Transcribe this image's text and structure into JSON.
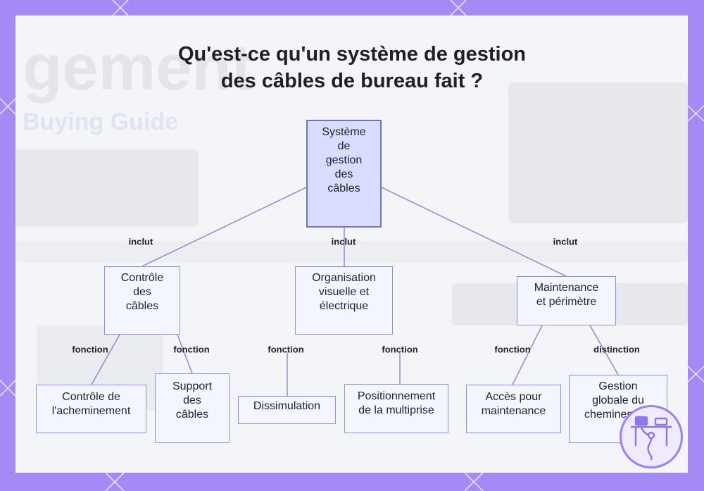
{
  "title_lines": [
    "Qu'est-ce qu'un système de gestion",
    "des câbles de bureau fait ?"
  ],
  "background_words": [
    "gement",
    "Buying Guide"
  ],
  "nodes": {
    "root": "Système\nde\ngestion\ndes\ncâbles",
    "controle": "Contrôle\ndes\ncâbles",
    "organisation": "Organisation\nvisuelle et\nélectrique",
    "maintenance": "Maintenance\net périmètre",
    "acheminement": "Contrôle de\nl'acheminement",
    "support": "Support\ndes\ncâbles",
    "dissimulation": "Dissimulation",
    "multiprise": "Positionnement\nde la multiprise",
    "acces": "Accès pour\nmaintenance",
    "cheminement": "Gestion\nglobale du\ncheminement"
  },
  "edge_labels": {
    "inclut_left": "inclut",
    "inclut_mid": "inclut",
    "inclut_right": "inclut",
    "fonction_1": "fonction",
    "fonction_2": "fonction",
    "fonction_3": "fonction",
    "fonction_4": "fonction",
    "fonction_5": "fonction",
    "distinction": "distinction"
  },
  "colors": {
    "frame": "#a38af5",
    "edge": "#9b8cd8",
    "node_border": "#8d94d6",
    "root_fill": "#d9dcff"
  },
  "icons": [
    "desk-setup-icon"
  ]
}
